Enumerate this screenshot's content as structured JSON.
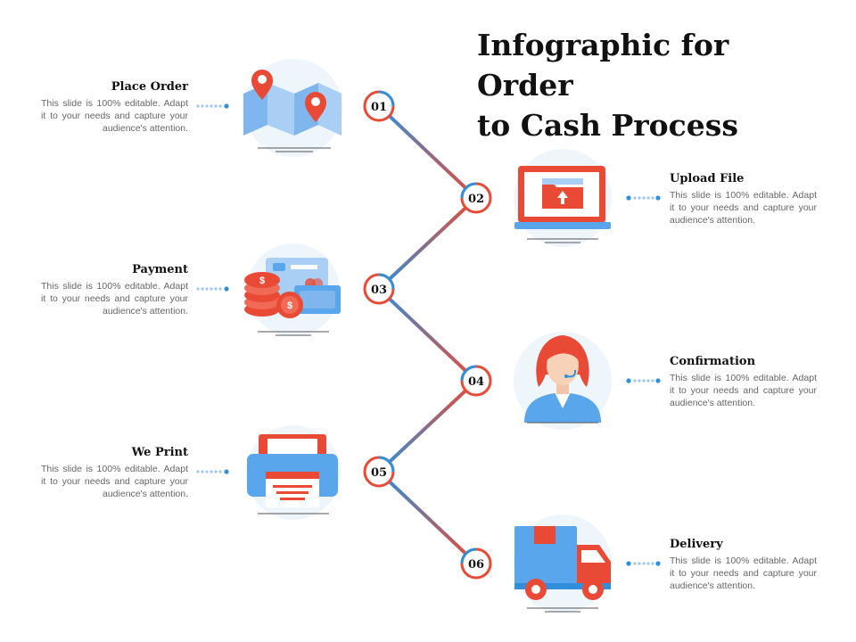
{
  "title": {
    "line1": "Infographic for Order",
    "line2": "to Cash Process"
  },
  "colors": {
    "blue": "#2f8fdb",
    "red": "#e94a35",
    "light_bg": "#eef5fb",
    "text": "#111111",
    "muted": "#666666"
  },
  "steps": [
    {
      "num": "01",
      "title": "Place Order",
      "desc": "This slide is 100% editable. Adapt it to your needs and capture your audience's attention.",
      "icon": "map-pin-icon"
    },
    {
      "num": "02",
      "title": "Upload File",
      "desc": "This slide is 100% editable. Adapt it to your needs and capture your audience's attention.",
      "icon": "laptop-upload-icon"
    },
    {
      "num": "03",
      "title": "Payment",
      "desc": "This slide is 100% editable. Adapt it to your needs and capture your audience's attention.",
      "icon": "payment-icon"
    },
    {
      "num": "04",
      "title": "Confirmation",
      "desc": "This slide is 100% editable. Adapt it to your needs and capture your audience's attention.",
      "icon": "support-agent-icon"
    },
    {
      "num": "05",
      "title": "We Print",
      "desc": "This slide is 100% editable. Adapt it to your needs and capture your audience's attention.",
      "icon": "printer-icon"
    },
    {
      "num": "06",
      "title": "Delivery",
      "desc": "This slide is 100% editable. Adapt it to your needs and capture your audience's attention.",
      "icon": "delivery-truck-icon"
    }
  ]
}
